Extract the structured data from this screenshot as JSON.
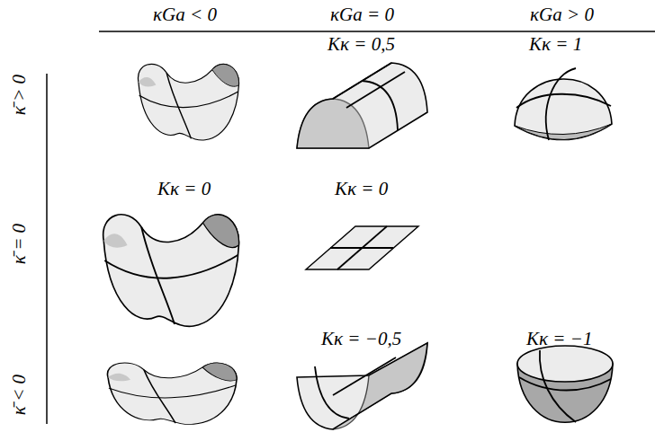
{
  "diagram": {
    "labels": [
      "κGa < 0",
      "κGa = 0",
      "κGa > 0",
      "κ̄ > 0",
      "Kκ = 0,5",
      "Kκ = 1",
      "κ̄ = 0",
      "Kκ = 0",
      "Kκ = 0",
      "κ̄ < 0",
      "Kκ = −0,5",
      "Kκ = −1"
    ]
  }
}
